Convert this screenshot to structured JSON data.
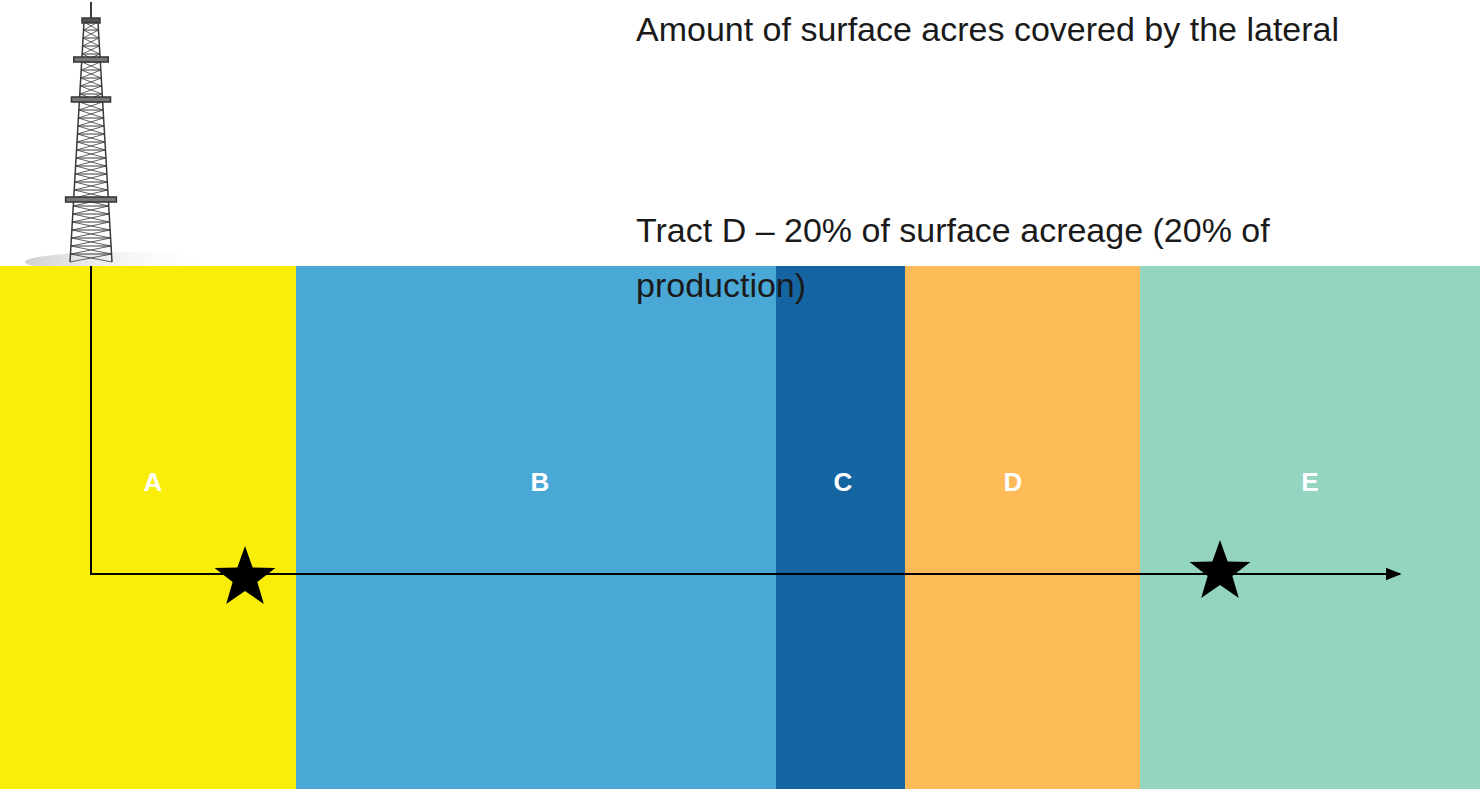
{
  "diagram": {
    "nodes": [
      {
        "text": [
          "A"
        ]
      },
      {
        "text": [
          "B"
        ]
      },
      {
        "text": [
          "C"
        ]
      },
      {
        "text": [
          "D"
        ]
      },
      {
        "text": [
          "E"
        ]
      }
    ],
    "labels": [
      "Amount of surface acres covered by the lateral",
      "Tract D – 20% of surface acreage (20% of production)"
    ]
  }
}
